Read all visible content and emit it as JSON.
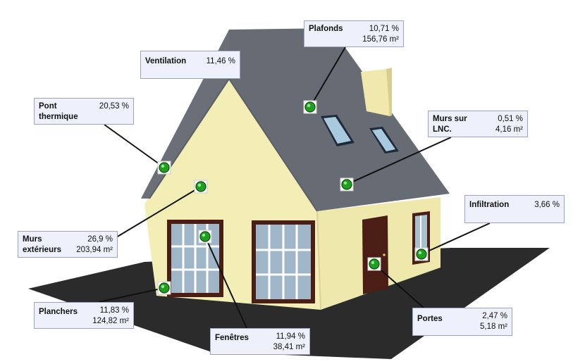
{
  "labels": {
    "plafonds": {
      "name": [
        "Plafonds"
      ],
      "values": [
        "10,71 %",
        "156,76 m²"
      ]
    },
    "ventilation": {
      "name": [
        "Ventilation"
      ],
      "values": [
        "11,46 %"
      ]
    },
    "pont": {
      "name": [
        "Pont",
        "thermique"
      ],
      "values": [
        "20,53 %"
      ]
    },
    "murs_lnc": {
      "name": [
        "Murs sur",
        "LNC."
      ],
      "values": [
        "0,51 %",
        "4,16 m²"
      ]
    },
    "infiltration": {
      "name": [
        "Infiltration"
      ],
      "values": [
        "3,66 %"
      ]
    },
    "murs_ext": {
      "name": [
        "Murs",
        "extérieurs"
      ],
      "values": [
        "26,9 %",
        "203,94 m²"
      ]
    },
    "planchers": {
      "name": [
        "Planchers"
      ],
      "values": [
        "11,83 %",
        "124,82 m²"
      ]
    },
    "fenetres": {
      "name": [
        "Fenêtres"
      ],
      "values": [
        "11,94 %",
        "38,41 m²"
      ]
    },
    "portes": {
      "name": [
        "Portes"
      ],
      "values": [
        "2,47 %",
        "5,18 m²"
      ]
    }
  },
  "colors": {
    "wall": "#f3eeb5",
    "wall_shade": "#e2dc9c",
    "roof": "#6b7078",
    "ground": "#2a2a2a",
    "frame": "#4a1e14",
    "marker": "#1fa01f"
  }
}
